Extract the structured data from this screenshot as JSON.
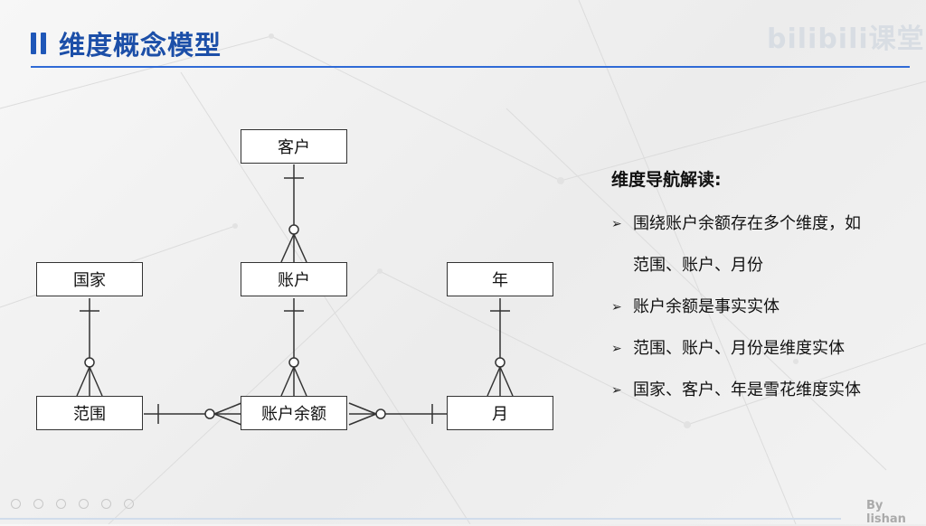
{
  "slide": {
    "title": "维度概念模型",
    "logo_text": "bilibili课堂",
    "byline": "By lishan",
    "accent_color": "#1f57b8"
  },
  "diagram": {
    "entities": {
      "customer": "客户",
      "account": "账户",
      "country": "国家",
      "year": "年",
      "scope": "范围",
      "balance": "账户余额",
      "month": "月"
    }
  },
  "panel": {
    "title": "维度导航解读:",
    "bullets": [
      [
        "围绕账户余额存在多个维度，如",
        "范围、账户、月份"
      ],
      [
        "账户余额是事实实体"
      ],
      [
        "范围、账户、月份是维度实体"
      ],
      [
        "国家、客户、年是雪花维度实体"
      ]
    ],
    "bullet_icon": "arrow-right-icon"
  },
  "icons": [
    "bars-icon",
    "crowfoot-relationship-icon",
    "toolbar-icons"
  ]
}
